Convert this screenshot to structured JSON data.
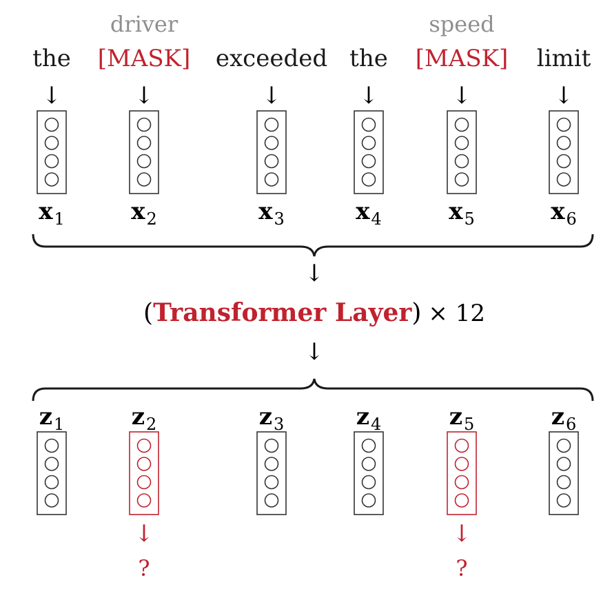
{
  "colors": {
    "text": "#1a1a1a",
    "mask": "#c0222e",
    "hint": "#8f8f8f",
    "box": "#333333"
  },
  "tokens": [
    {
      "word": "the",
      "hint": "",
      "masked": false,
      "x_label": "x",
      "x_sub": "1",
      "z_label": "z",
      "z_sub": "1",
      "prediction": ""
    },
    {
      "word": "[MASK]",
      "hint": "driver",
      "masked": true,
      "x_label": "x",
      "x_sub": "2",
      "z_label": "z",
      "z_sub": "2",
      "prediction": "?"
    },
    {
      "word": "exceeded",
      "hint": "",
      "masked": false,
      "x_label": "x",
      "x_sub": "3",
      "z_label": "z",
      "z_sub": "3",
      "prediction": ""
    },
    {
      "word": "the",
      "hint": "",
      "masked": false,
      "x_label": "x",
      "x_sub": "4",
      "z_label": "z",
      "z_sub": "4",
      "prediction": ""
    },
    {
      "word": "[MASK]",
      "hint": "speed",
      "masked": true,
      "x_label": "x",
      "x_sub": "5",
      "z_label": "z",
      "z_sub": "5",
      "prediction": "?"
    },
    {
      "word": "limit",
      "hint": "",
      "masked": false,
      "x_label": "x",
      "x_sub": "6",
      "z_label": "z",
      "z_sub": "6",
      "prediction": ""
    }
  ],
  "arrow": "↓",
  "transformer": {
    "open": "(",
    "name": "Transformer Layer",
    "close": ")",
    "times": "× 12"
  },
  "neurons_per_vector": 4
}
